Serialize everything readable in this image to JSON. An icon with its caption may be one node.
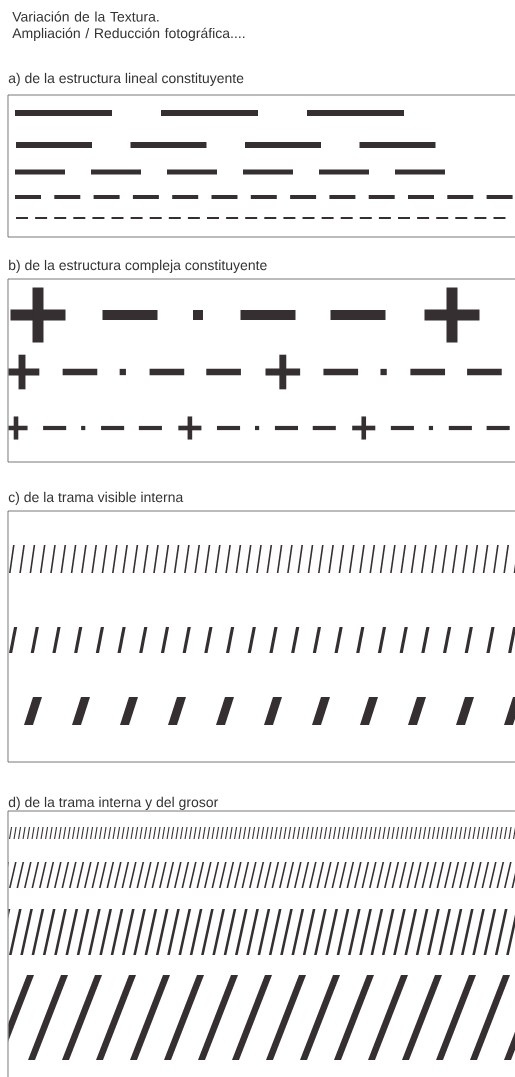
{
  "diagram": {
    "title": "Variación de la Textura. Ampliación / Reducción fotográfica....",
    "nodes": [
      {
        "text": [
          "a) de la estructura lineal constituyente"
        ]
      },
      {
        "text": [
          "b) de la estructura compleja constituyente"
        ]
      },
      {
        "text": [
          "c) de la trama visible interna"
        ]
      },
      {
        "text": [
          "d) de la trama interna y del grosor"
        ]
      }
    ]
  }
}
